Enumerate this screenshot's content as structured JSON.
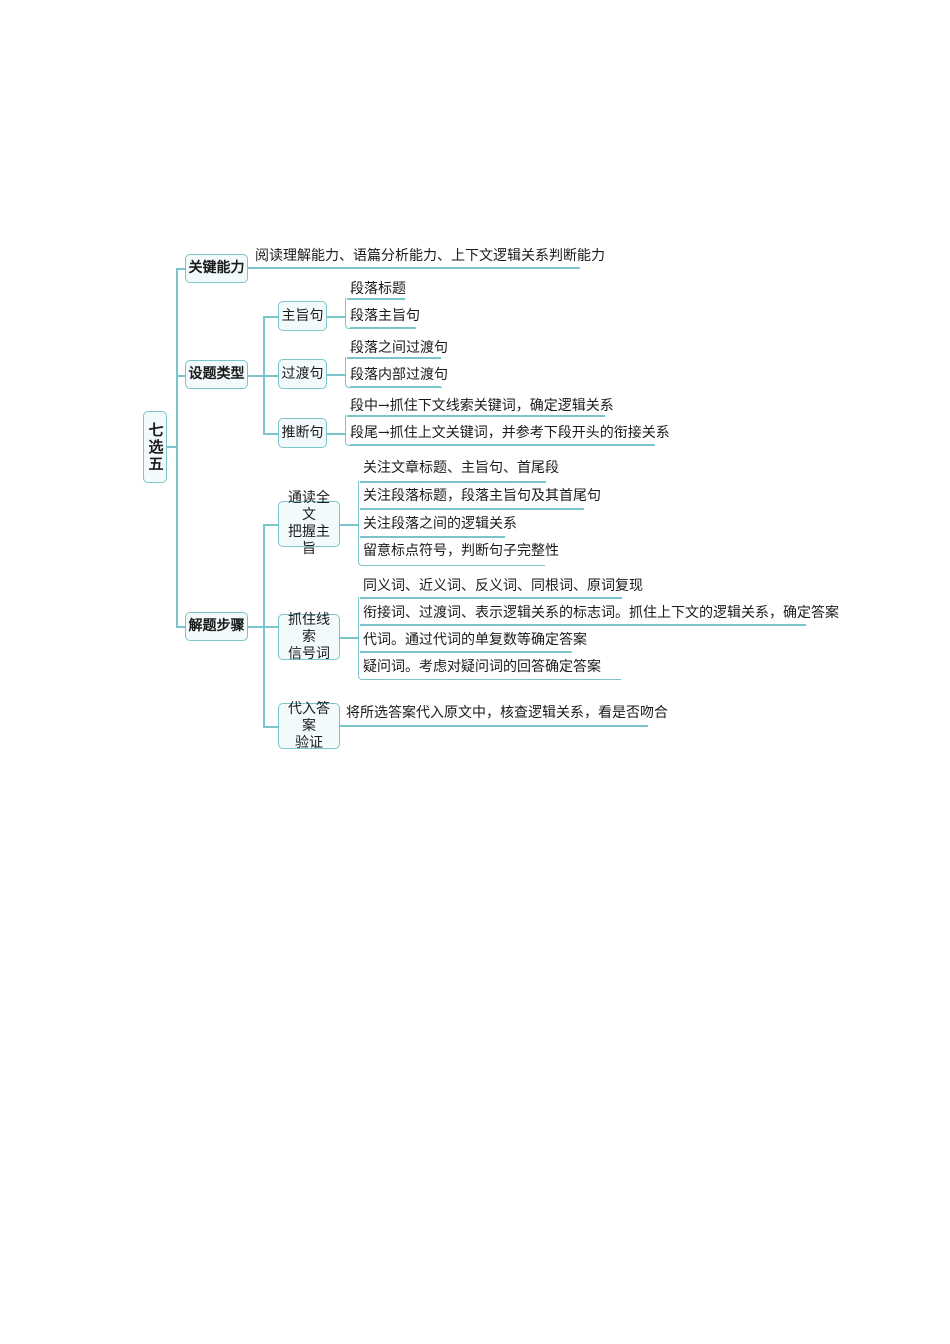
{
  "root": {
    "label": "七选五"
  },
  "branches": [
    {
      "label": "关键能力",
      "leaves": [
        "阅读理解能力、语篇分析能力、上下文逻辑关系判断能力"
      ]
    },
    {
      "label": "设题类型",
      "children": [
        {
          "label": "主旨句",
          "leaves": [
            "段落标题",
            "段落主旨句"
          ]
        },
        {
          "label": "过渡句",
          "leaves": [
            "段落之间过渡句",
            "段落内部过渡句"
          ]
        },
        {
          "label": "推断句",
          "leaves": [
            "段中→抓住下文线索关键词，确定逻辑关系",
            "段尾→抓住上文关键词，并参考下段开头的衔接关系"
          ]
        }
      ]
    },
    {
      "label": "解题步骤",
      "children": [
        {
          "label_lines": [
            "通读全文",
            "把握主旨"
          ],
          "leaves": [
            "关注文章标题、主旨句、首尾段",
            "关注段落标题，段落主旨句及其首尾句",
            "关注段落之间的逻辑关系",
            "留意标点符号，判断句子完整性"
          ]
        },
        {
          "label_lines": [
            "抓住线索",
            "信号词"
          ],
          "leaves": [
            "同义词、近义词、反义词、同根词、原词复现",
            "衔接词、过渡词、表示逻辑关系的标志词。抓住上下文的逻辑关系，确定答案",
            "代词。通过代词的单复数等确定答案",
            "疑问词。考虑对疑问词的回答确定答案"
          ]
        },
        {
          "label_lines": [
            "代入答案",
            "验证"
          ],
          "leaves": [
            "将所选答案代入原文中，核查逻辑关系，看是否吻合"
          ]
        }
      ]
    }
  ],
  "colors": {
    "line": "#7cc4cc",
    "node_fill": "#f3fafb",
    "text": "#1a1a1a"
  }
}
